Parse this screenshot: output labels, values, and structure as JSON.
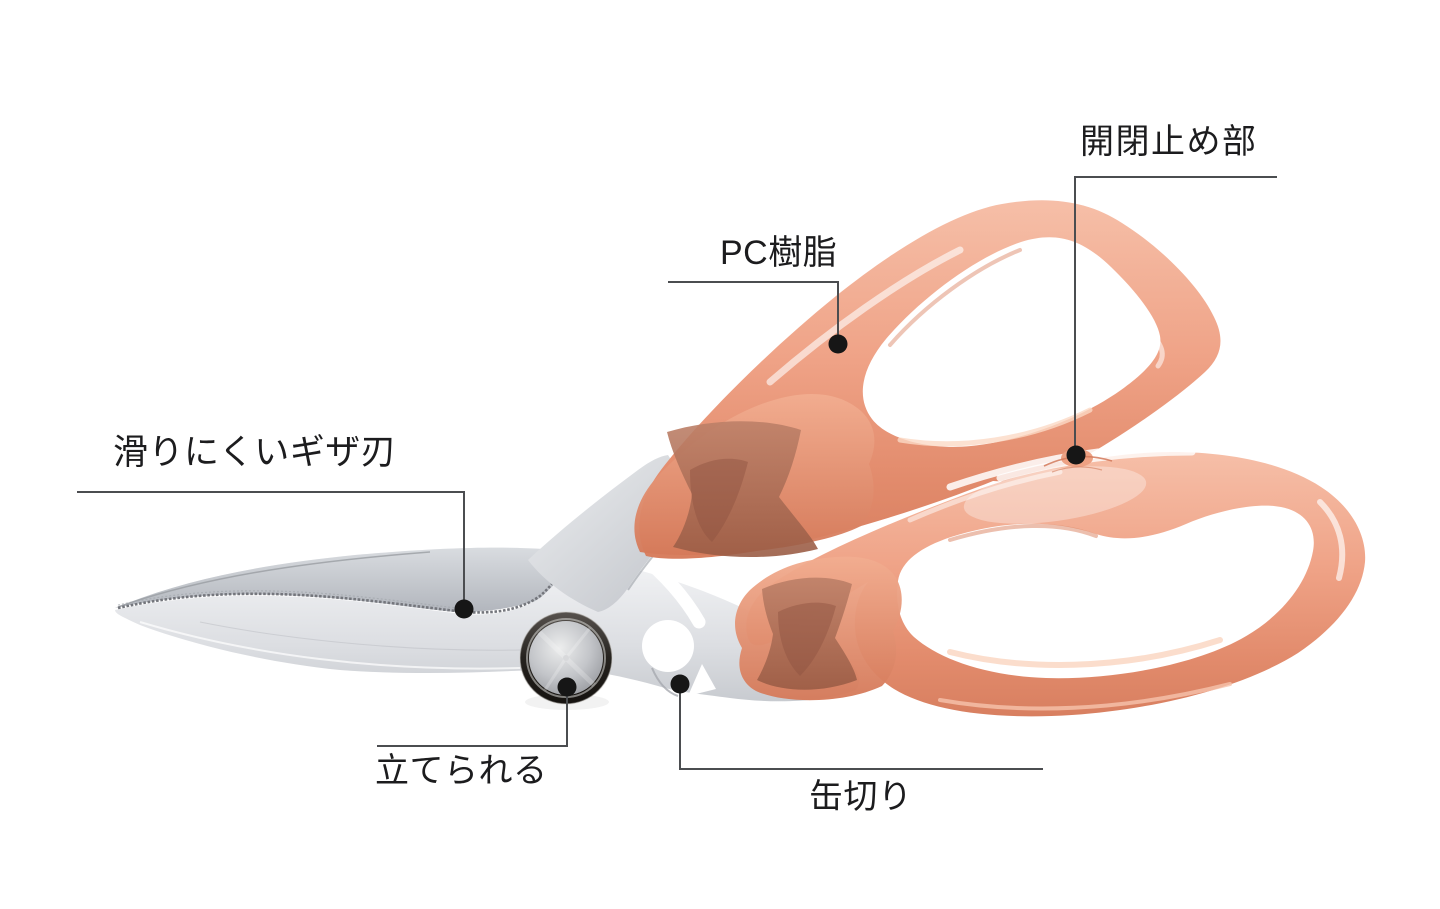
{
  "annotations": [
    {
      "id": "serrated-blade",
      "label": "滑りにくいギザ刃"
    },
    {
      "id": "pc-resin",
      "label": "PC樹脂"
    },
    {
      "id": "open-close-stopper",
      "label": "開閉止め部"
    },
    {
      "id": "stand-up",
      "label": "立てられる"
    },
    {
      "id": "can-opener",
      "label": "缶切り"
    }
  ],
  "palette": {
    "handle_coral": "#efa286",
    "handle_highlight": "#f8cdb9",
    "handle_shadow": "#d87f60",
    "bolster_window": "#b3735a",
    "steel_light": "#eef0f2",
    "steel_dark": "#b4b8bf",
    "knob_ring": "#1c1a19",
    "leader_line": "#4b4d50",
    "callout_dot": "#161616",
    "text": "#1c1c1e",
    "background": "#ffffff"
  }
}
